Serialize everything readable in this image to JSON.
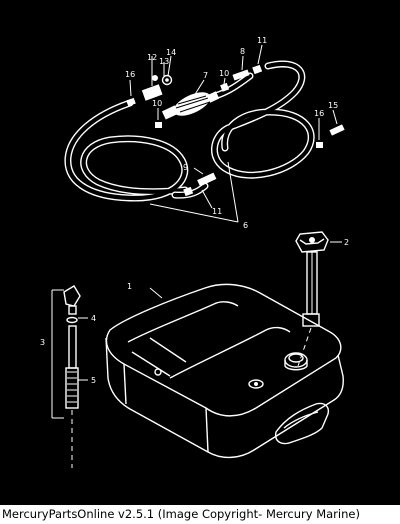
{
  "caption": "MercuryPartsOnline v2.5.1 (Image Copyright- Mercury Marine)",
  "callouts": {
    "c1": "1",
    "c2": "2",
    "c3": "3",
    "c4": "4",
    "c5": "5",
    "c6": "6",
    "c7": "7",
    "c8": "8",
    "c9": "9",
    "c10a": "10",
    "c10b": "10",
    "c11a": "11",
    "c11b": "11",
    "c12": "12",
    "c13": "13",
    "c14": "14",
    "c15": "15",
    "c16a": "16",
    "c16b": "16"
  },
  "colors": {
    "background": "#000000",
    "linework": "#ffffff",
    "caption_bg": "#ffffff"
  }
}
